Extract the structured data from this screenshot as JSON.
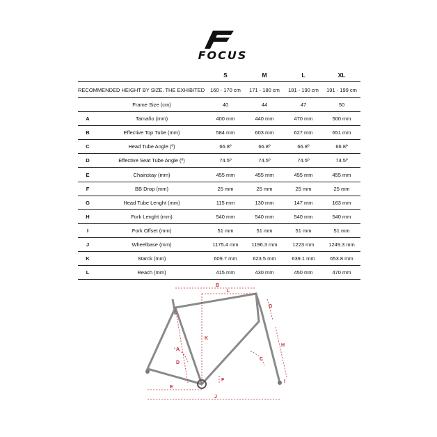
{
  "brand": {
    "name": "FOCUS"
  },
  "geometry": {
    "sizes": [
      "S",
      "M",
      "L",
      "XL"
    ],
    "recommended_note": "RECOMMENDED HEIGHT BY SIZE. THE EXHIBITED INDICATIONS ARE GUIDELINES ONLY.",
    "recommended_heights": [
      "160 - 170 cm",
      "171 - 180 cm",
      "181 - 190 cm",
      "191 - 199 cm"
    ],
    "rows": [
      {
        "letter": "",
        "label": "Frame Size (cm)",
        "values": [
          "40",
          "44",
          "47",
          "50"
        ]
      },
      {
        "letter": "A",
        "label": "Tamaño (mm)",
        "values": [
          "400 mm",
          "440 mm",
          "470 mm",
          "500 mm"
        ]
      },
      {
        "letter": "B",
        "label": "Effective Top Tube (mm)",
        "values": [
          "584 mm",
          "603 mm",
          "627 mm",
          "651 mm"
        ]
      },
      {
        "letter": "C",
        "label": "Head Tube Angle (º)",
        "values": [
          "66.8º",
          "66.8º",
          "66.8º",
          "66.8º"
        ]
      },
      {
        "letter": "D",
        "label": "Effective Seat Tube Angle (º)",
        "values": [
          "74.5º",
          "74.5º",
          "74.5º",
          "74.5º"
        ]
      },
      {
        "letter": "E",
        "label": "Chainstay (mm)",
        "values": [
          "455 mm",
          "455 mm",
          "455 mm",
          "455 mm"
        ]
      },
      {
        "letter": "F",
        "label": "BB Drop (mm)",
        "values": [
          "25 mm",
          "25 mm",
          "25 mm",
          "25 mm"
        ]
      },
      {
        "letter": "G",
        "label": "Head Tube Lenght (mm)",
        "values": [
          "115 mm",
          "130 mm",
          "147 mm",
          "163 mm"
        ]
      },
      {
        "letter": "H",
        "label": "Fork Lenght (mm)",
        "values": [
          "540 mm",
          "540 mm",
          "540 mm",
          "540 mm"
        ]
      },
      {
        "letter": "I",
        "label": "Fork Offset (mm)",
        "values": [
          "51 mm",
          "51 mm",
          "51 mm",
          "51 mm"
        ]
      },
      {
        "letter": "J",
        "label": "Wheelbase (mm)",
        "values": [
          "1175.4 mm",
          "1196.3 mm",
          "1223 mm",
          "1249.3 mm"
        ]
      },
      {
        "letter": "K",
        "label": "Starck (mm)",
        "values": [
          "609.7 mm",
          "623.5 mm",
          "639.1 mm",
          "653.8 mm"
        ]
      },
      {
        "letter": "L",
        "label": "Reach (mm)",
        "values": [
          "415 mm",
          "430 mm",
          "450 mm",
          "470 mm"
        ]
      }
    ]
  },
  "diagram": {
    "labels": {
      "A": "A",
      "B": "B",
      "C": "C",
      "D": "D",
      "E": "E",
      "F": "F",
      "G": "G",
      "H": "H",
      "I": "I",
      "J": "J",
      "K": "K",
      "L": "L"
    },
    "colors": {
      "frame": "#8a8a8a",
      "dimension": "#c0303a"
    }
  }
}
